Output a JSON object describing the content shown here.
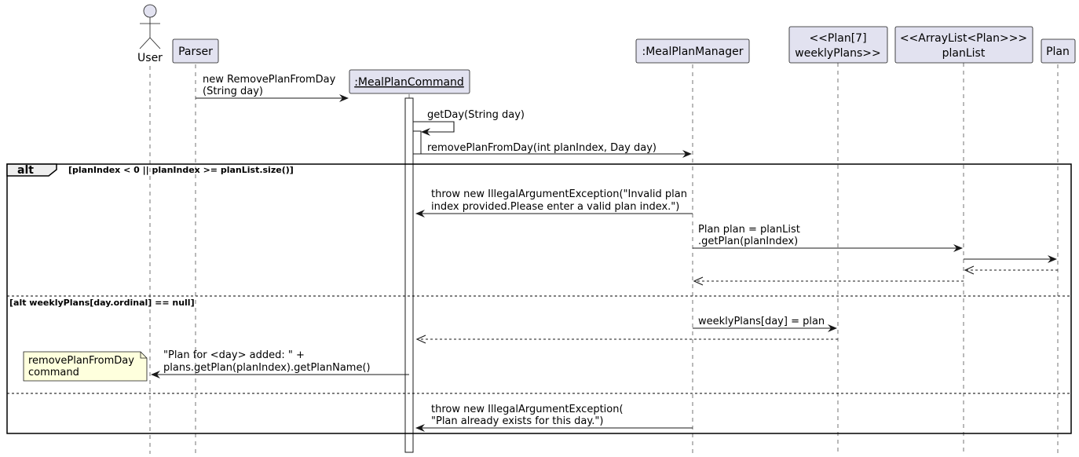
{
  "participants": {
    "user": "User",
    "parser": "Parser",
    "command": ":MealPlanCommand",
    "manager": ":MealPlanManager",
    "weekly_line1": "<<Plan[7]",
    "weekly_line2": "weeklyPlans>>",
    "planlist_line1": "<<ArrayList<Plan>>>",
    "planlist_line2": "planList",
    "plan": "Plan"
  },
  "messages": {
    "m1_line1": "new RemovePlanFromDay",
    "m1_line2": "(String day)",
    "m2": "getDay(String day)",
    "m3": "removePlanFromDay(int planIndex, Day day)",
    "m4_line1": "throw new IllegalArgumentException(\"Invalid plan",
    "m4_line2": "index provided.Please enter a valid plan index.\")",
    "m5_line1": "Plan plan = planList",
    "m5_line2": ".getPlan(planIndex)",
    "m6": "weeklyPlans[day] = plan",
    "m7_line1": "\"Plan for <day> added: \" +",
    "m7_line2": "plans.getPlan(planIndex).getPlanName()",
    "m8_line1": "throw new IllegalArgumentException(",
    "m8_line2": "\"Plan already exists for this day.\")"
  },
  "fragment": {
    "keyword": "alt",
    "guard1": "[planIndex < 0 || planIndex >= planList.size()]",
    "guard2": "[alt weeklyPlans[day.ordinal] == null]"
  },
  "note": {
    "line1": "removePlanFromDay",
    "line2": "command"
  },
  "colors": {
    "participant_fill": "#E2E2F0",
    "note_fill": "#FEFFDD",
    "fragment_tab_fill": "#EEEEEE",
    "line": "#181818"
  }
}
